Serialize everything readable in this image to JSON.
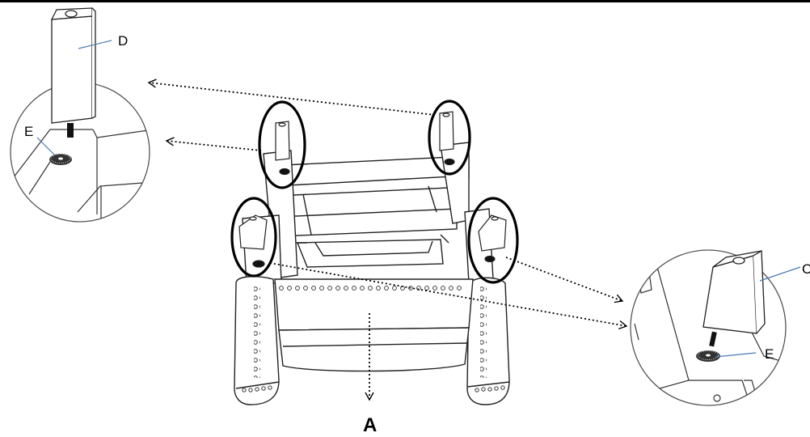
{
  "diagram": {
    "labels": {
      "A": "A",
      "C": "C",
      "D": "D",
      "E_left": "E",
      "E_right": "E"
    }
  }
}
